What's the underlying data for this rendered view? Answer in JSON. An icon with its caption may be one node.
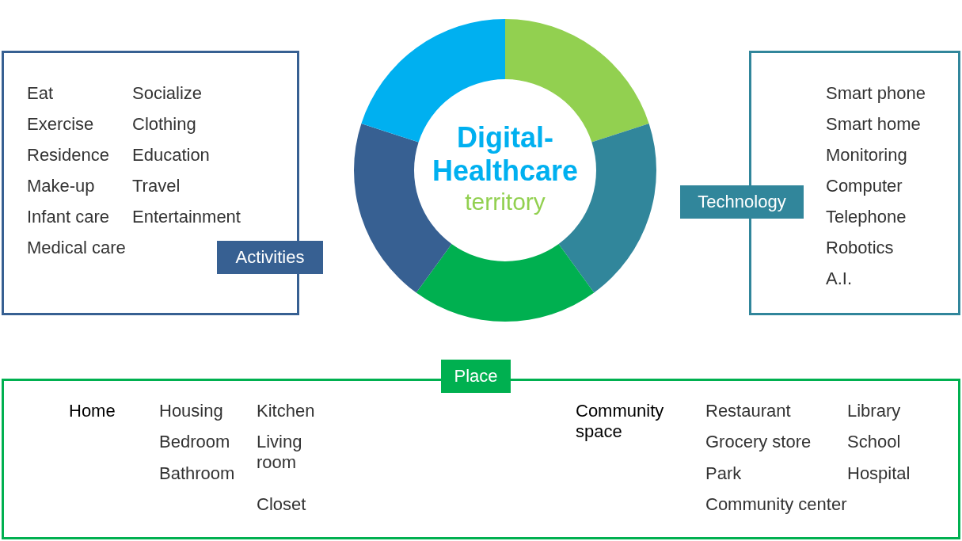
{
  "diagram": {
    "nodes": [
      {
        "text": [
          "Activities",
          "Eat",
          "Socialize",
          "Exercise",
          "Clothing",
          "Residence",
          "Education",
          "Make-up",
          "Travel",
          "Infant care",
          "Entertainment",
          "Medical care"
        ]
      },
      {
        "text": [
          "Digital-Healthcare",
          "territory"
        ]
      },
      {
        "text": [
          "Technology",
          "Smart phone",
          "Smart home",
          "Monitoring",
          "Computer",
          "Telephone",
          "Robotics",
          "A.I."
        ]
      },
      {
        "text": [
          "Place",
          "Home",
          "Housing",
          "Kitchen",
          "Bedroom",
          "Living room",
          "Bathroom",
          "Closet",
          "Community space",
          "Restaurant",
          "Library",
          "Grocery store",
          "School",
          "Park",
          "Hospital",
          "Community center"
        ]
      }
    ]
  }
}
